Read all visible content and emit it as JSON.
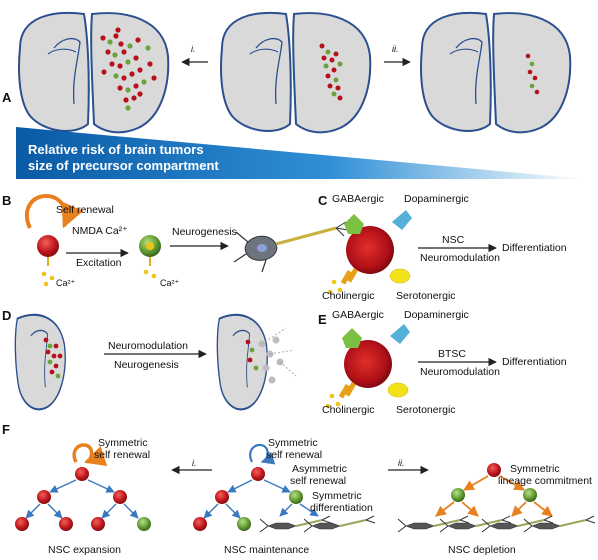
{
  "panels": {
    "a": "A",
    "b": "B",
    "c": "C",
    "d": "D",
    "e": "E",
    "f": "F"
  },
  "panel_a": {
    "arrow_left_label": "i.",
    "arrow_right_label": "ii.",
    "banner_line1": "Relative risk of brain tumors",
    "banner_line2": "size of precursor compartment"
  },
  "panel_b": {
    "self_renewal": "Self renewal",
    "nmda": "NMDA Ca²⁺",
    "excitation": "Excitation",
    "neurogenesis": "Neurogenesis",
    "ca_left": "Ca²⁺",
    "ca_right": "Ca²⁺"
  },
  "panel_c": {
    "gabaergic": "GABAergic",
    "dopaminergic": "Dopaminergic",
    "cholinergic": "Cholinergic",
    "serotonergic": "Serotonergic",
    "arrow_top": "NSC",
    "arrow_bottom": "Neuromodulation",
    "target": "Differentiation"
  },
  "panel_d": {
    "arrow_top": "Neuromodulation",
    "arrow_bottom": "Neurogenesis"
  },
  "panel_e": {
    "gabaergic": "GABAergic",
    "dopaminergic": "Dopaminergic",
    "cholinergic": "Cholinergic",
    "serotonergic": "Serotonergic",
    "arrow_top": "BTSC",
    "arrow_bottom": "Neuromodulation",
    "target": "Differentiation"
  },
  "panel_f": {
    "left_label1": "Symmetric",
    "left_label2": "self renewal",
    "left_caption": "NSC expansion",
    "mid_label1": "Symmetric",
    "mid_label2": "self renewal",
    "mid_label3": "Asymmetric",
    "mid_label4": "self renewal",
    "mid_label5": "Symmetric",
    "mid_label6": "differentiation",
    "mid_caption": "NSC maintenance",
    "right_label1": "Symmetric",
    "right_label2": "lineage commitment",
    "right_caption": "NSC depletion",
    "arrow_left_label": "i.",
    "arrow_right_label": "ii."
  },
  "colors": {
    "brain_fill": "#d9d9d9",
    "brain_outline": "#2c4f8f",
    "cell_red": "#b5121b",
    "cell_green": "#6aa33a",
    "banner_start": "#0b5fa8",
    "banner_end": "#ffffff",
    "arrow_orange": "#e8801e",
    "arrow_blue": "#3a78c0"
  }
}
